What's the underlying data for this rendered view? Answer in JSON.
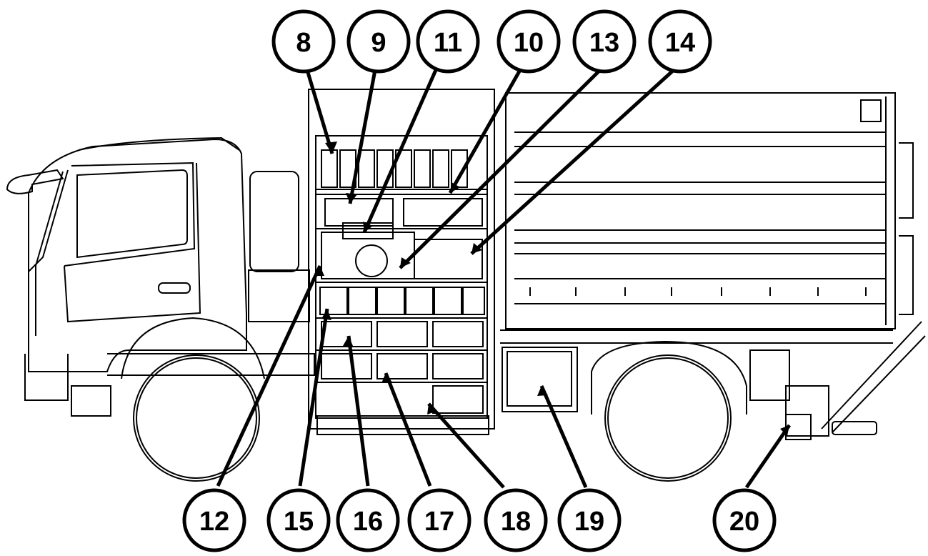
{
  "callouts": [
    {
      "id": "c8",
      "label": "8"
    },
    {
      "id": "c9",
      "label": "9"
    },
    {
      "id": "c11",
      "label": "11"
    },
    {
      "id": "c10",
      "label": "10"
    },
    {
      "id": "c13",
      "label": "13"
    },
    {
      "id": "c14",
      "label": "14"
    },
    {
      "id": "c12",
      "label": "12"
    },
    {
      "id": "c15",
      "label": "15"
    },
    {
      "id": "c16",
      "label": "16"
    },
    {
      "id": "c17",
      "label": "17"
    },
    {
      "id": "c18",
      "label": "18"
    },
    {
      "id": "c19",
      "label": "19"
    },
    {
      "id": "c20",
      "label": "20"
    }
  ]
}
